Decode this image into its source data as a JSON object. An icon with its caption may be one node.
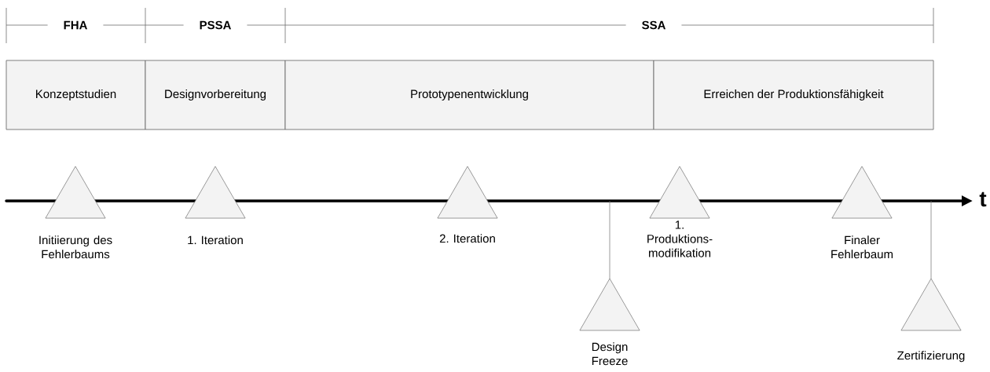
{
  "diagram": {
    "nodes": [
      {
        "text": [
          "Konzeptstudien"
        ]
      },
      {
        "text": [
          "Designvorbereitung"
        ]
      },
      {
        "text": [
          "Prototypenentwicklung"
        ]
      },
      {
        "text": [
          "Erreichen der Produktionsfähigkeit"
        ]
      },
      {
        "text": [],
        "shape": "triangle",
        "beside": [
          "Initiierung des Fehlerbaums"
        ]
      },
      {
        "text": [],
        "shape": "triangle",
        "beside": [
          "1. Iteration"
        ]
      },
      {
        "text": [],
        "shape": "triangle",
        "beside": [
          "2. Iteration"
        ]
      },
      {
        "text": [],
        "shape": "triangle",
        "beside": [
          "Design Freeze"
        ]
      },
      {
        "text": [],
        "shape": "triangle",
        "beside": [
          "1. Produktions- modifikation"
        ]
      },
      {
        "text": [],
        "shape": "triangle",
        "beside": [
          "Finaler Fehlerbaum"
        ]
      },
      {
        "text": [],
        "shape": "triangle",
        "beside": [
          "Zertifizierung"
        ]
      }
    ],
    "edges": [
      {
        "from": null,
        "to": 7,
        "arrow": "none"
      },
      {
        "from": null,
        "to": 10,
        "arrow": "none"
      }
    ],
    "labels": [
      "FHA",
      "PSSA",
      "SSA",
      "t"
    ]
  }
}
